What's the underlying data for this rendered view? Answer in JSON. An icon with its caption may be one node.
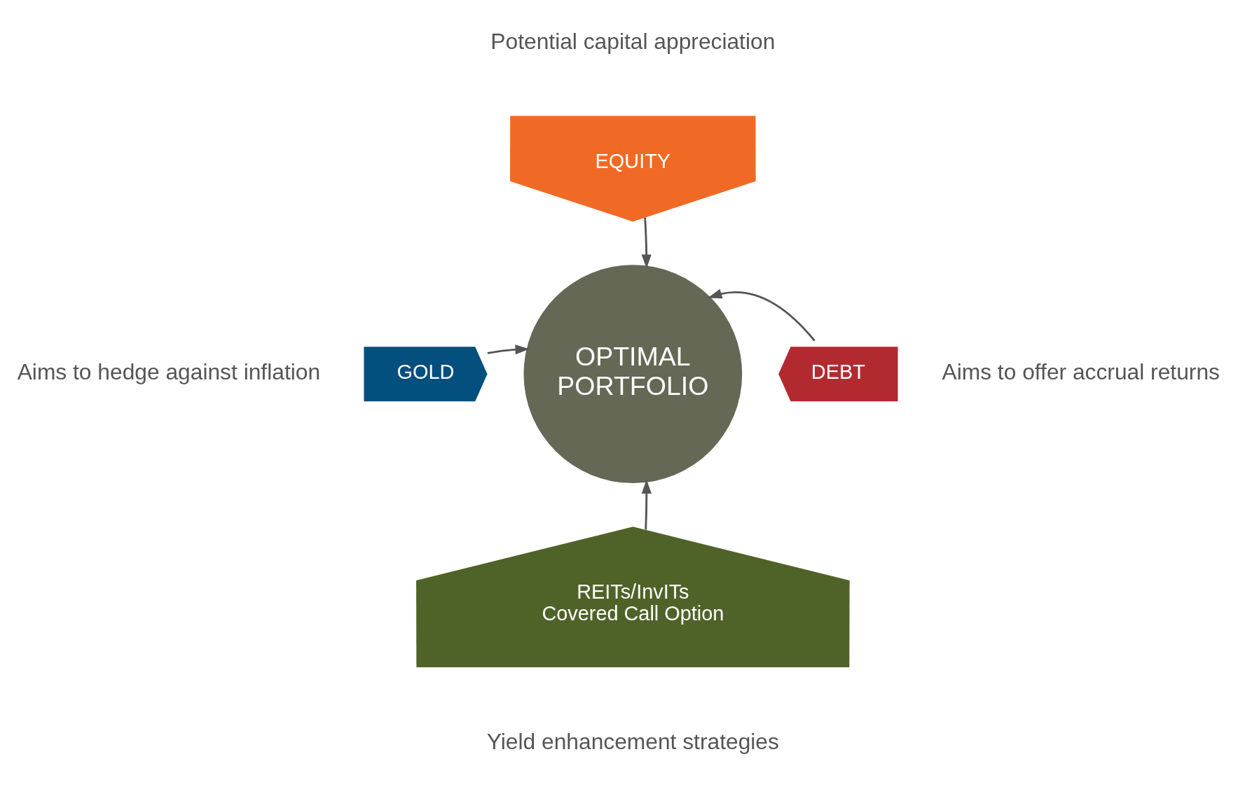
{
  "diagram": {
    "nodes": [
      {
        "text": [
          "EQUITY"
        ],
        "beside": [
          "Potential capital appreciation"
        ]
      },
      {
        "text": [
          "GOLD"
        ],
        "beside": [
          "Aims to hedge against inflation"
        ]
      },
      {
        "text": [
          "OPTIMAL PORTFOLIO"
        ]
      },
      {
        "text": [
          "DEBT"
        ],
        "beside": [
          "Aims to offer accrual returns"
        ]
      },
      {
        "text": [
          "REITs/InvITs",
          "Covered Call Option"
        ],
        "beside": [
          "Yield enhancement strategies"
        ]
      }
    ],
    "edges": [
      {
        "from": 0,
        "to": 2,
        "arrow": "to"
      },
      {
        "from": 1,
        "to": 2,
        "arrow": "to"
      },
      {
        "from": 3,
        "to": 2,
        "arrow": "to"
      },
      {
        "from": 4,
        "to": 2,
        "arrow": "to"
      }
    ]
  }
}
